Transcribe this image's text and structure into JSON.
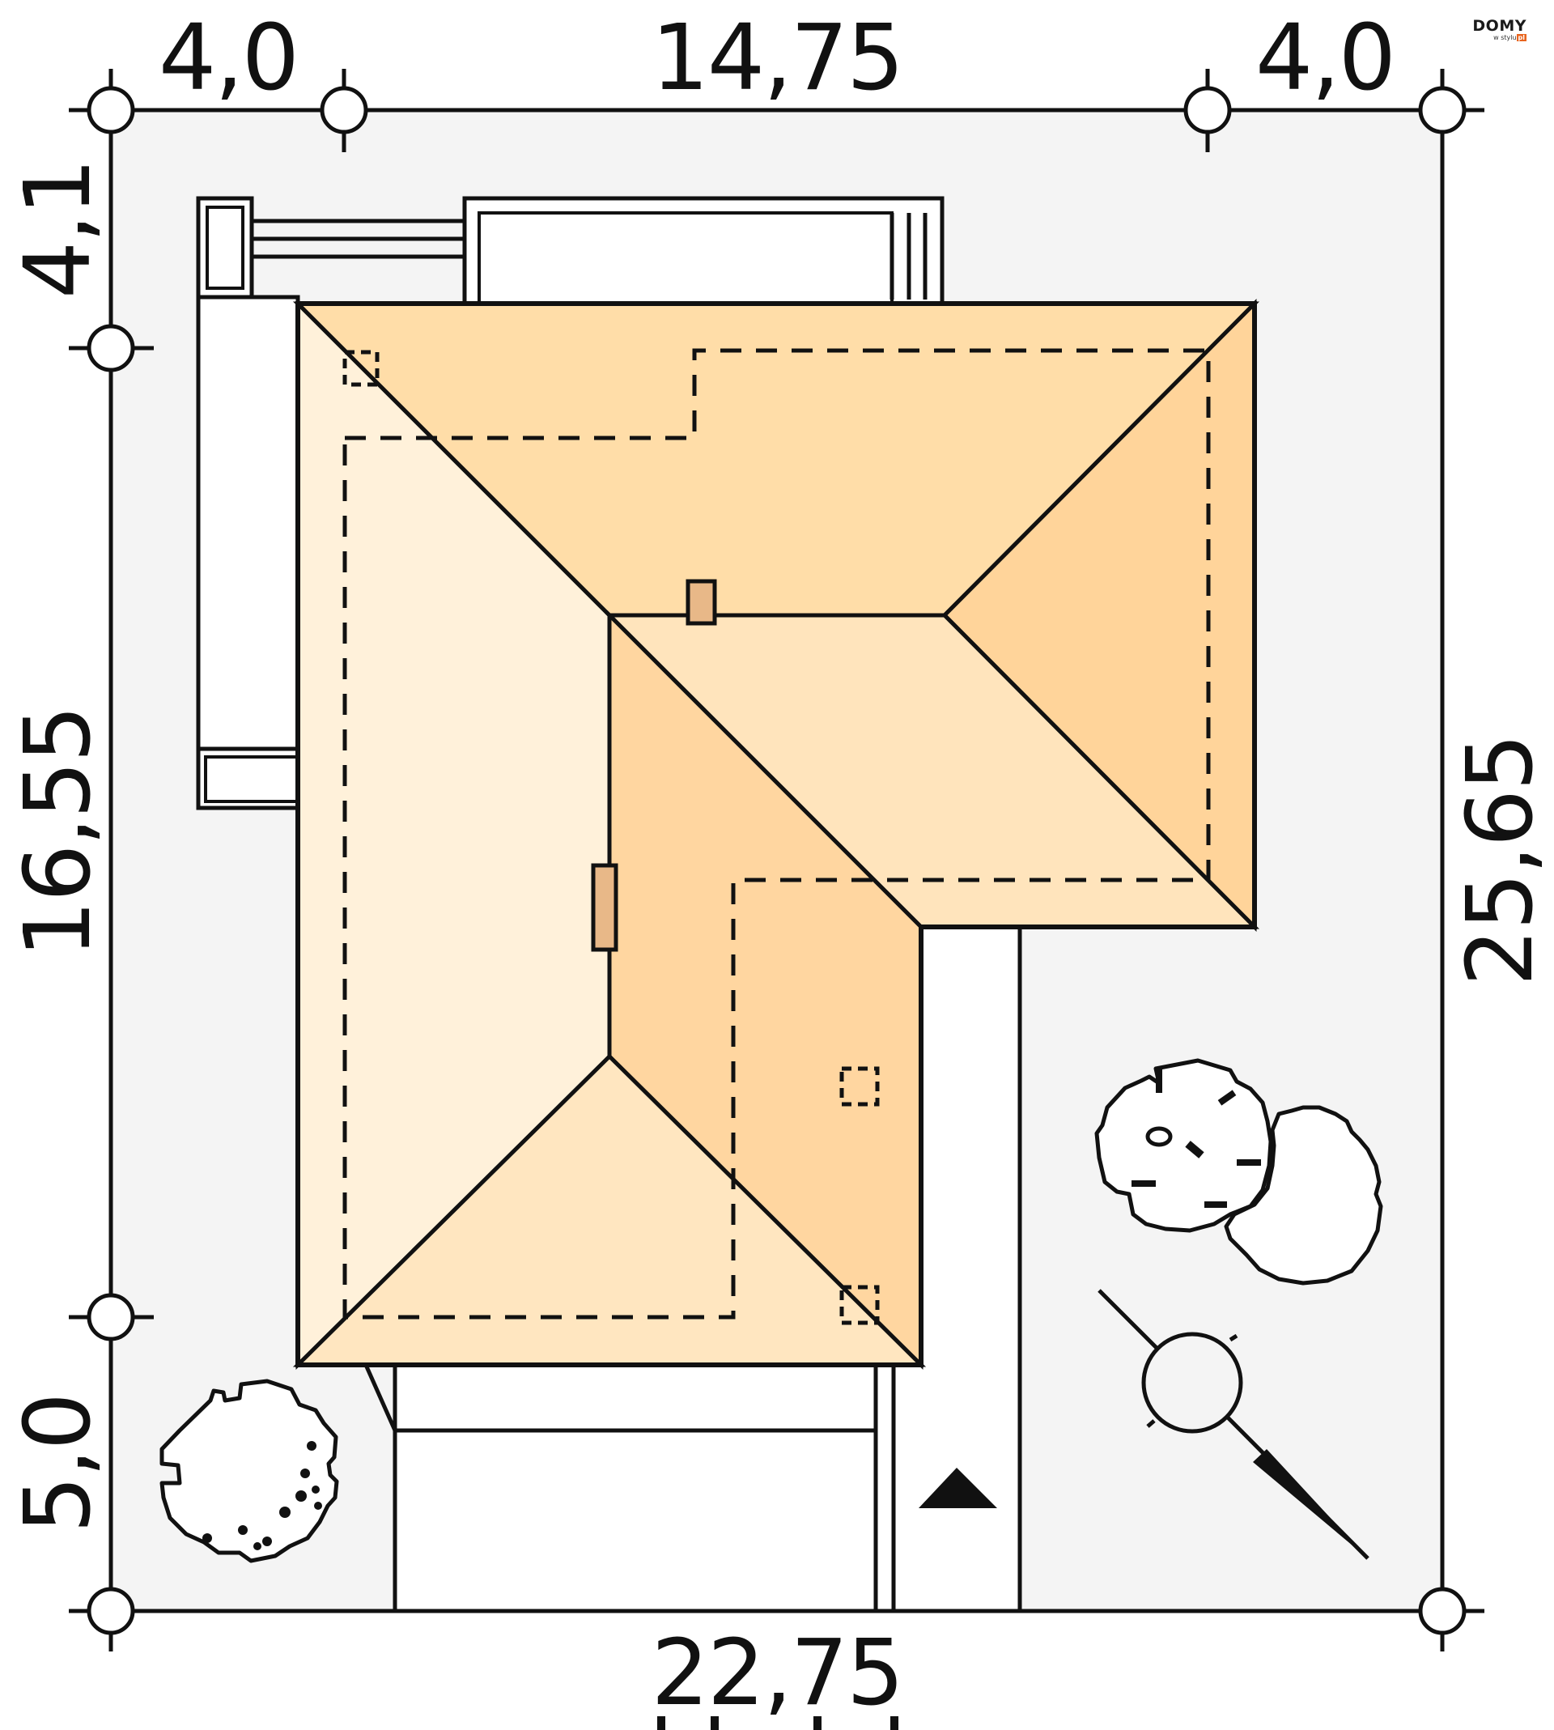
{
  "brand": {
    "name": "DOMY",
    "suffix": "w stylu",
    "tld": "pl",
    "accent_color": "#E8641E"
  },
  "dimensions": {
    "top": [
      {
        "label": "4,0",
        "segment": "left-setback"
      },
      {
        "label": "14,75",
        "segment": "building-width"
      },
      {
        "label": "4,0",
        "segment": "right-setback"
      }
    ],
    "bottom": {
      "label": "22,75",
      "segment": "plot-width"
    },
    "left": [
      {
        "label": "4,1",
        "segment": "rear-setback"
      },
      {
        "label": "16,55",
        "segment": "building-depth"
      },
      {
        "label": "5,0",
        "segment": "front-setback"
      }
    ],
    "right": {
      "label": "25,65",
      "segment": "plot-depth"
    }
  },
  "colors": {
    "plot_background": "#F4F4F4",
    "paved": "#FFFFFF",
    "roof_left_plane": "#FFF1DA",
    "roof_top_plane": "#FFDDA8",
    "roof_right_plane": "#FFD49A",
    "roof_middle_plane": "#FFE4BC",
    "roof_inner_plane": "#FFD6A0",
    "roof_bottom_plane": "#FFE6C0",
    "chimney": "#E8B888",
    "line": "#111111"
  },
  "legend_items": {
    "roof": "hip-roof",
    "dashed_outline": "building-footprint",
    "north_arrow": "compass",
    "entrance_arrow": "entrance-marker",
    "trees": "trees"
  }
}
